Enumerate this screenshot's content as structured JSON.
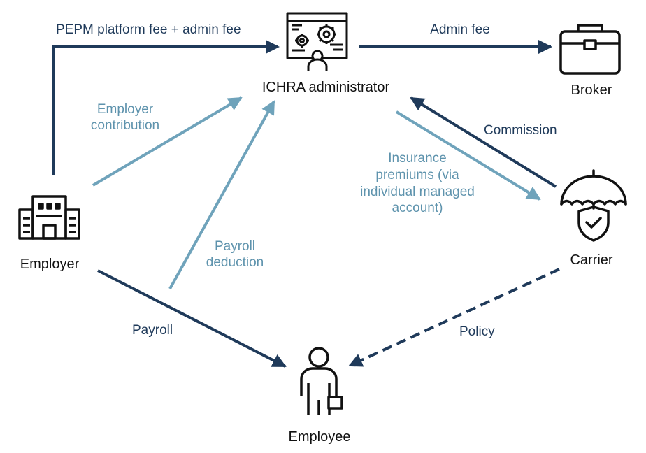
{
  "nodes": {
    "administrator": "ICHRA administrator",
    "broker": "Broker",
    "employer": "Employer",
    "carrier": "Carrier",
    "employee": "Employee"
  },
  "flows": {
    "pepm_fee": "PEPM platform fee + admin fee",
    "admin_fee": "Admin fee",
    "employer_contribution": [
      "Employer",
      "contribution"
    ],
    "commission": "Commission",
    "insurance_premiums": [
      "Insurance",
      "premiums (via",
      "individual managed",
      "account)"
    ],
    "payroll_deduction": [
      "Payroll",
      "deduction"
    ],
    "payroll": "Payroll",
    "policy": "Policy"
  },
  "colors": {
    "dark_arrow": "#1f3a5a",
    "light_arrow": "#6fa3bb",
    "icon": "#111111"
  }
}
